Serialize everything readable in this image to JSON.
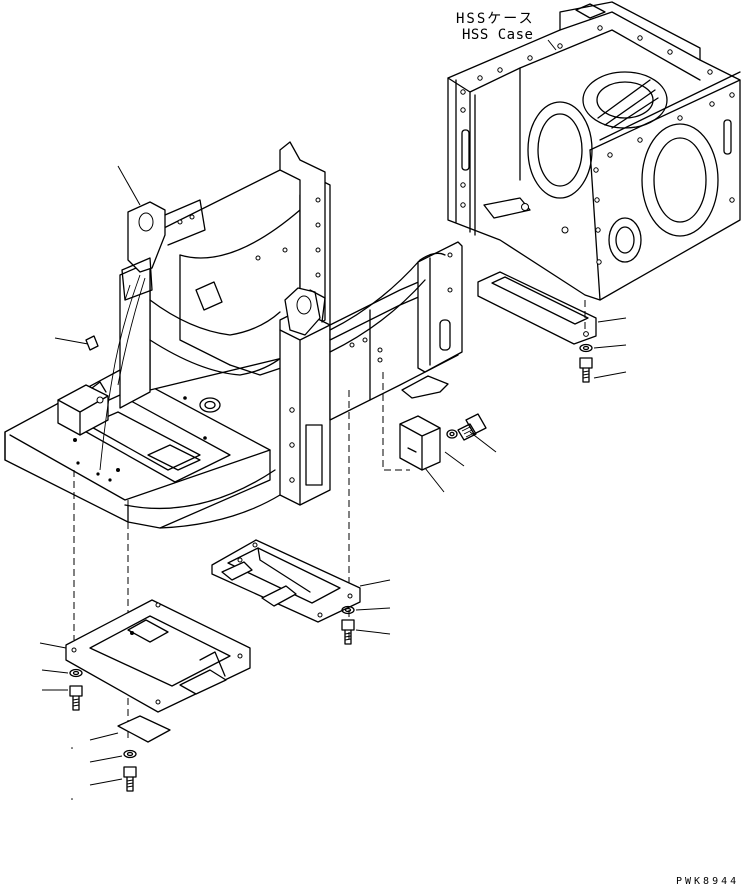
{
  "diagram": {
    "callouts": {
      "hss_case_jp": "HSSケース",
      "hss_case_en": "HSS Case"
    },
    "drawing_code": "PWK8944"
  },
  "colors": {
    "line": "#000000",
    "background": "#ffffff"
  }
}
